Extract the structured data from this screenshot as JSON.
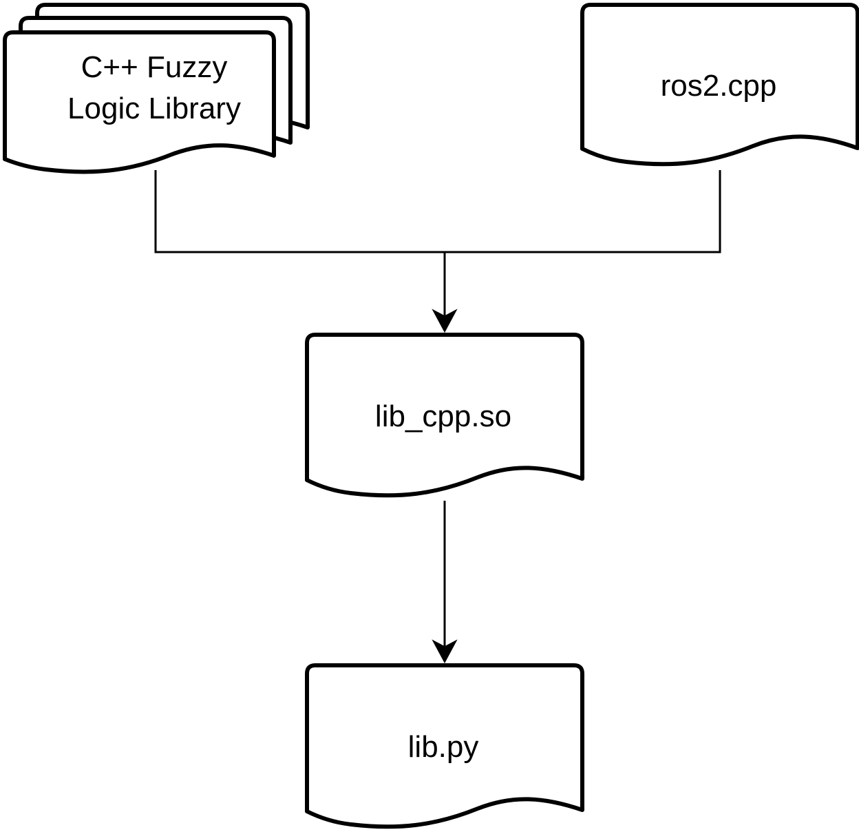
{
  "diagram": {
    "nodes": {
      "fuzzy_library": {
        "label_line1": "C++ Fuzzy",
        "label_line2": "Logic Library",
        "shape": "multi-document"
      },
      "ros2_cpp": {
        "label": "ros2.cpp",
        "shape": "document"
      },
      "lib_cpp_so": {
        "label": "lib_cpp.so",
        "shape": "document"
      },
      "lib_py": {
        "label": "lib.py",
        "shape": "document"
      }
    },
    "edges": [
      {
        "from": "fuzzy_library",
        "to": "lib_cpp_so"
      },
      {
        "from": "ros2_cpp",
        "to": "lib_cpp_so"
      },
      {
        "from": "lib_cpp_so",
        "to": "lib_py"
      }
    ],
    "colors": {
      "stroke": "#000000",
      "fill": "#ffffff",
      "background": "#ffffff"
    }
  }
}
